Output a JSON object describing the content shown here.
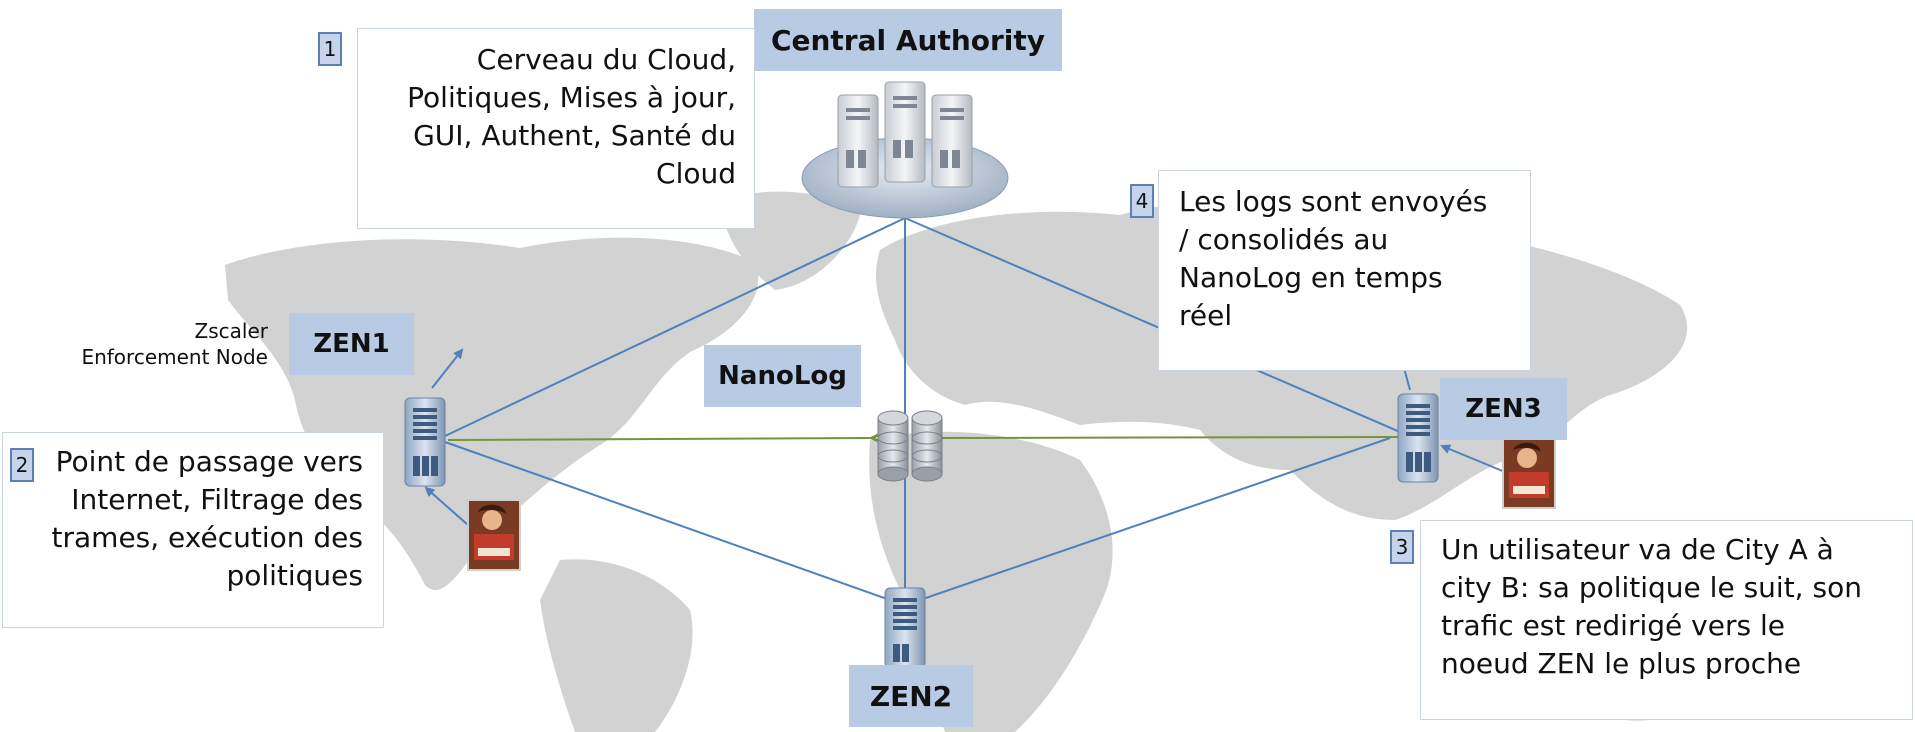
{
  "labels": {
    "central_authority": "Central Authority",
    "nanolog": "NanoLog",
    "zen1": "ZEN1",
    "zen2": "ZEN2",
    "zen3": "ZEN3",
    "zen_caption_line1": "Zscaler",
    "zen_caption_line2": "Enforcement Node"
  },
  "callouts": [
    {
      "number": "1",
      "lines": [
        "Cerveau du Cloud,",
        "Politiques, Mises à jour,",
        "GUI, Authent, Santé du",
        "Cloud"
      ]
    },
    {
      "number": "2",
      "lines": [
        "Point de passage vers",
        "Internet, Filtrage des",
        "trames, exécution des",
        "politiques"
      ]
    },
    {
      "number": "3",
      "lines": [
        "Un utilisateur va de City A à",
        "city B: sa politique le suit, son",
        "trafic est redirigé vers le",
        "noeud ZEN le plus proche"
      ]
    },
    {
      "number": "4",
      "lines": [
        "Les logs sont envoyés",
        "/ consolidés au",
        "NanoLog en temps",
        "réel"
      ]
    }
  ],
  "colors": {
    "connection_line": "#4f81bd",
    "log_arrow": "#77933c",
    "tag_background": "#b7cbe4",
    "map_land": "#d2d2d2"
  }
}
